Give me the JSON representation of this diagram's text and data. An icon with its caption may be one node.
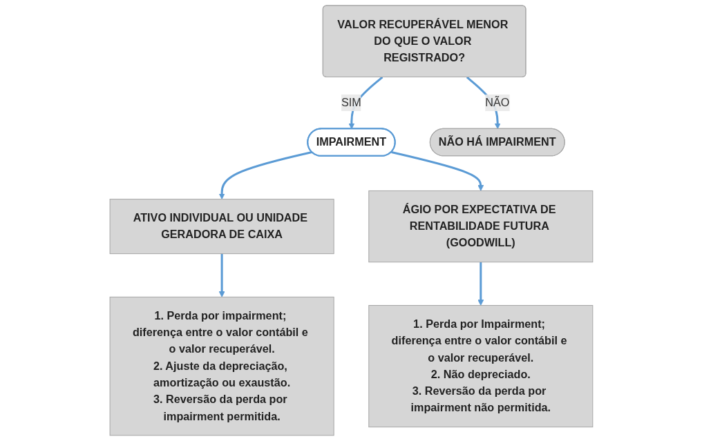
{
  "diagram": {
    "nodes": [
      {
        "text": [
          "VALOR RECUPERÁVEL MENOR DO QUE O VALOR REGISTRADO?"
        ]
      },
      {
        "text": [
          "IMPAIRMENT"
        ]
      },
      {
        "text": [
          "NÃO HÁ IMPAIRMENT"
        ]
      },
      {
        "text": [
          "ATIVO INDIVIDUAL OU UNIDADE GERADORA DE CAIXA"
        ]
      },
      {
        "text": [
          "ÁGIO POR EXPECTATIVA DE RENTABILIDADE FUTURA (GOODWILL)"
        ]
      },
      {
        "text": [
          "1. Perda por impairment; diferença entre o valor contábil e o valor recuperável.",
          "2. Ajuste da depreciação, amortização ou exaustão.",
          "3. Reversão da perda por impairment permitida."
        ]
      },
      {
        "text": [
          "1. Perda por Impairment; diferença entre o valor contábil e o valor recuperável.",
          "2. Não depreciado.",
          "3. Reversão da perda por impairment não permitida."
        ]
      }
    ],
    "edges": [
      {
        "from": 0,
        "to": 1,
        "arrow": "to",
        "label": "SIM"
      },
      {
        "from": 0,
        "to": 2,
        "arrow": "to",
        "label": "NÃO"
      },
      {
        "from": 1,
        "to": 3,
        "arrow": "to"
      },
      {
        "from": 1,
        "to": 4,
        "arrow": "to"
      },
      {
        "from": 3,
        "to": 5,
        "arrow": "to"
      },
      {
        "from": 4,
        "to": 6,
        "arrow": "to"
      }
    ]
  }
}
